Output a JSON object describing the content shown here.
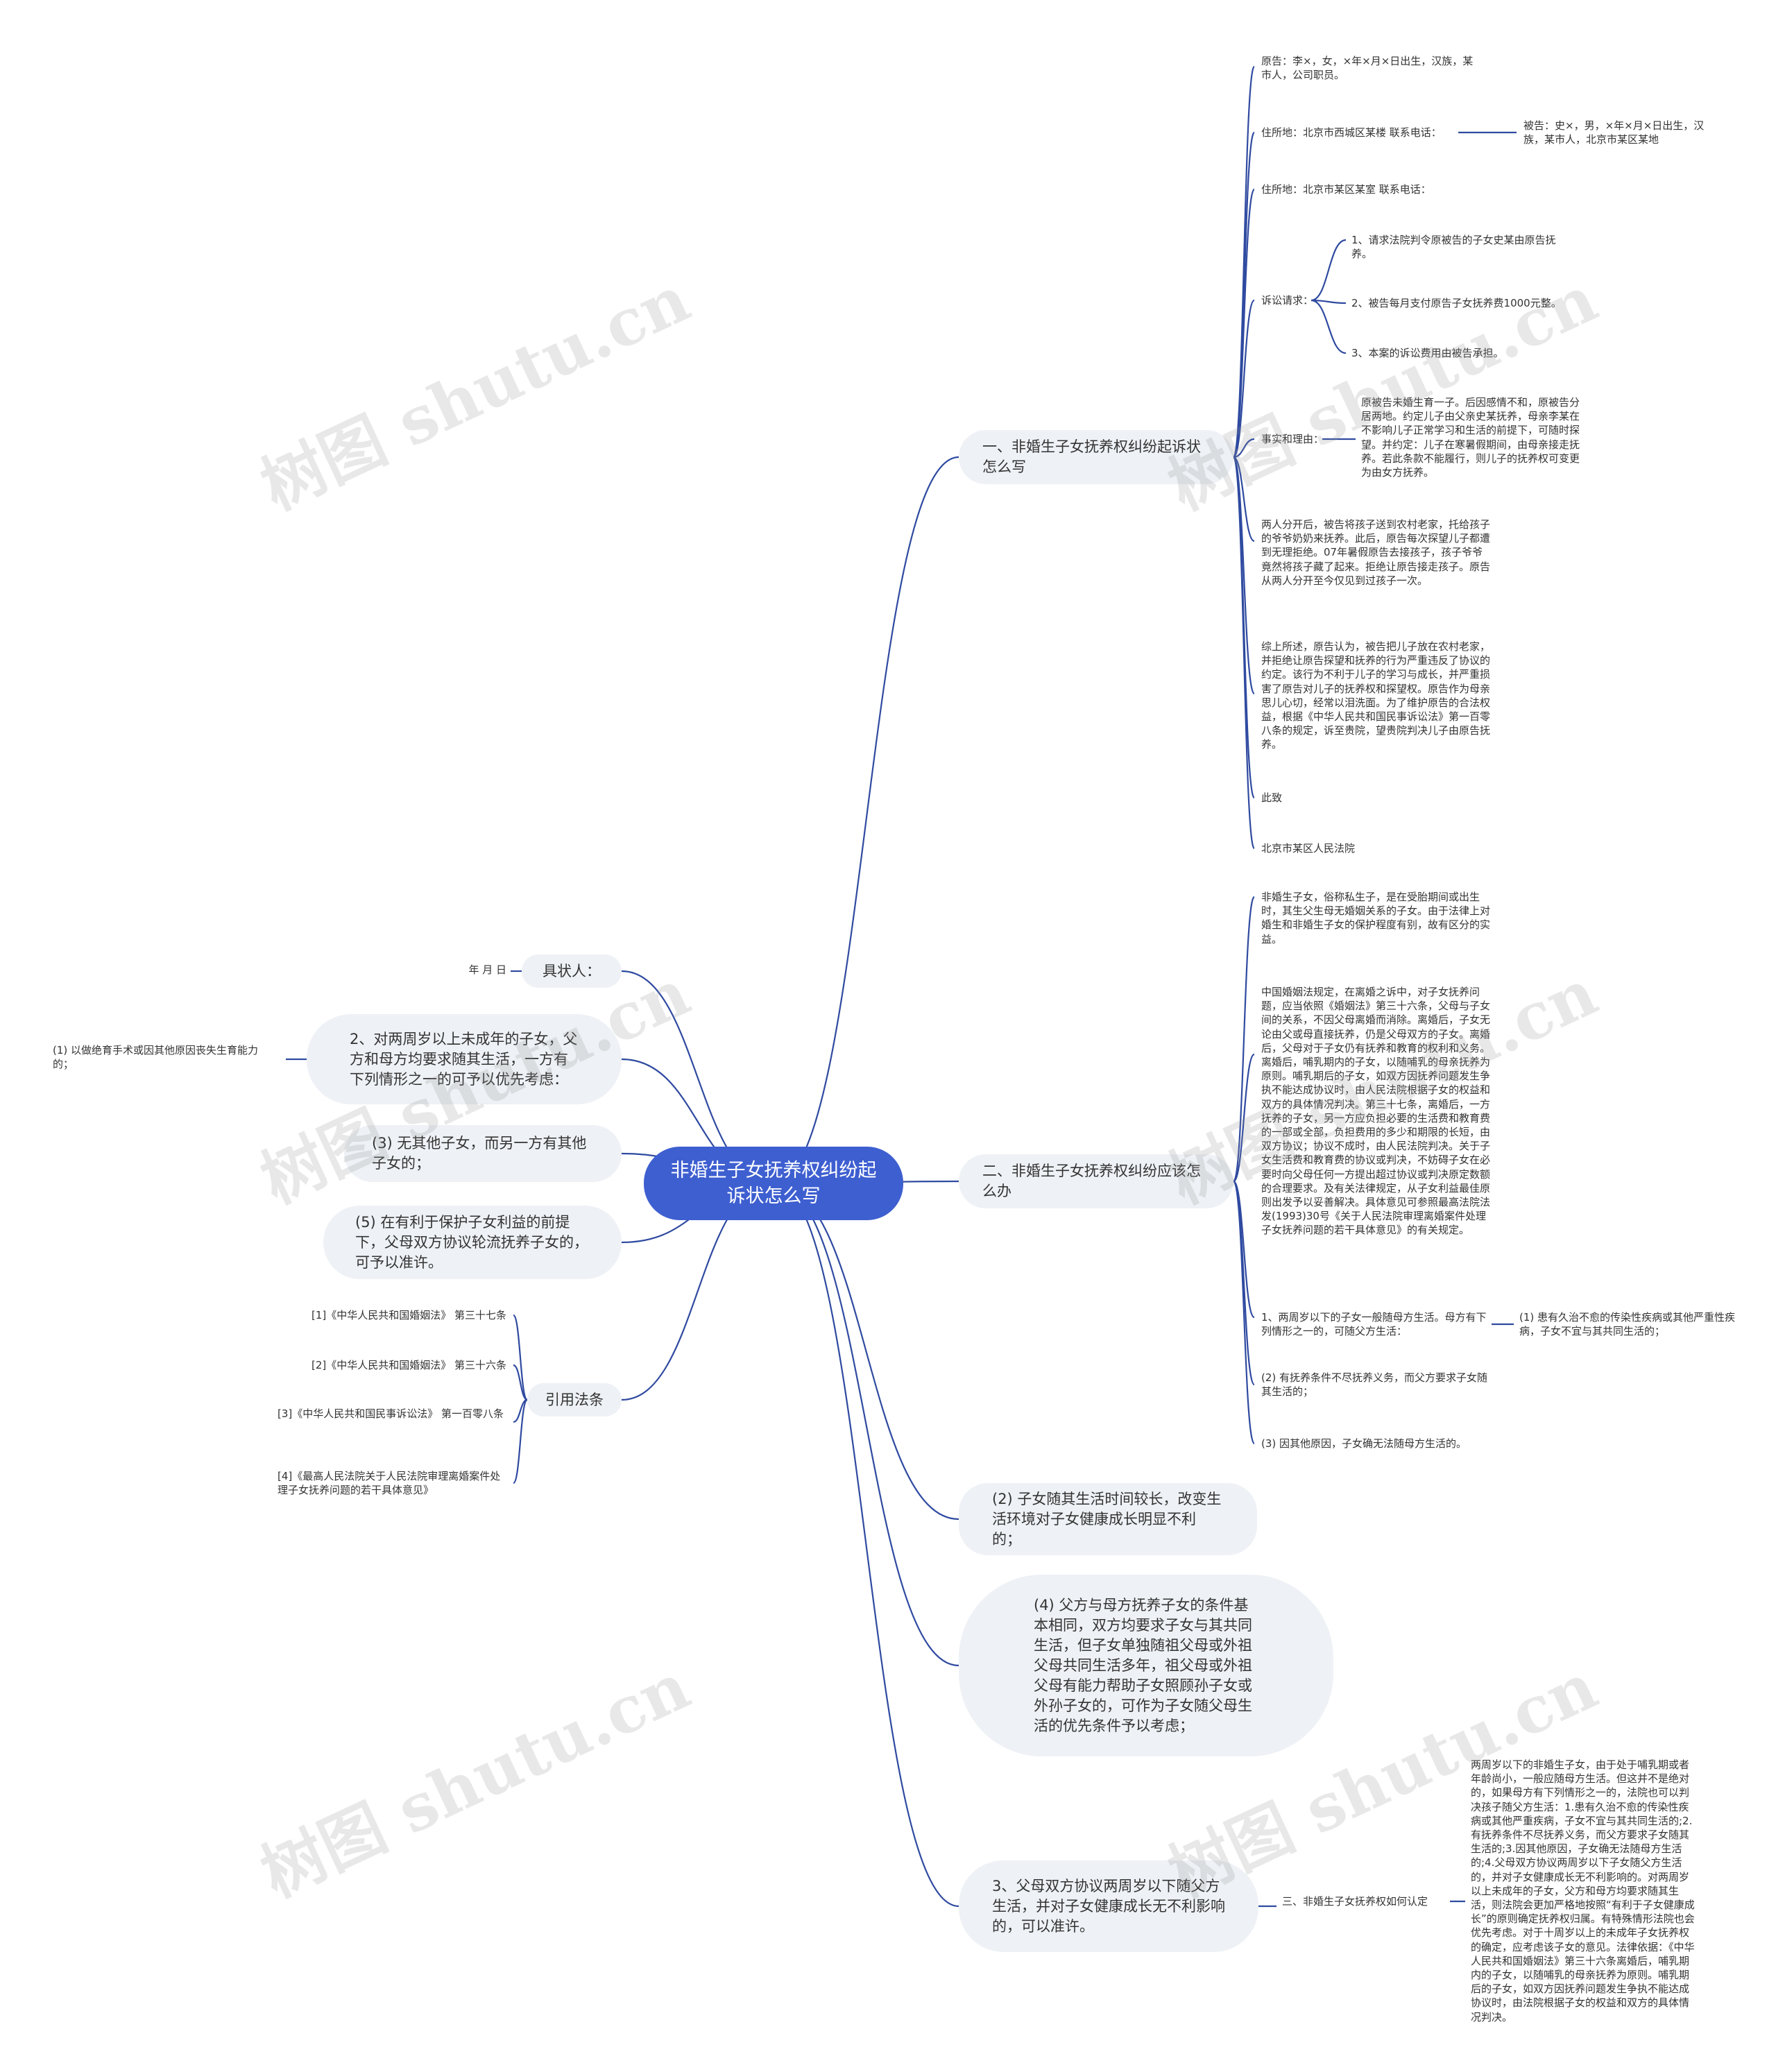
{
  "center": "非婚生子女抚养权纠纷起诉状怎么写",
  "branches": {
    "b1": "一、非婚生子女抚养权纠纷起诉状怎么写",
    "b2": "二、非婚生子女抚养权纠纷应该怎么办",
    "b3": "(2) 子女随其生活时间较长，改变生活环境对子女健康成长明显不利的；",
    "b4": "(4) 父方与母方抚养子女的条件基本相同，双方均要求子女与其共同生活，但子女单独随祖父母或外祖父母共同生活多年，祖父母或外祖父母有能力帮助子女照顾孙子女或外孙子女的，可作为子女随父母生活的优先条件予以考虑；",
    "b5": "3、父母双方协议两周岁以下随父方生活，并对子女健康成长无不利影响的，可以准许。",
    "l1": "具状人：",
    "l2": "2、对两周岁以上未成年的子女，父方和母方均要求随其生活，一方有下列情形之一的可予以优先考虑：",
    "l3": "(3) 无其他子女，而另一方有其他子女的；",
    "l4": "(5) 在有利于保护子女利益的前提下，父母双方协议轮流抚养子女的，可予以准许。",
    "l5": "引用法条"
  },
  "b1_children": {
    "plaintiff": "原告：李×，女，×年×月×日出生，汉族，某市人，公司职员。",
    "address1": "住所地：北京市西城区某楼 联系电话：",
    "defendant": "被告：史×，男，×年×月×日出生，汉族，某市人，北京市某区某地",
    "address2": "住所地：北京市某区某室 联系电话：",
    "claims": "诉讼请求：",
    "claim1": "1、请求法院判令原被告的子女史某由原告抚养。",
    "claim2": "2、被告每月支付原告子女抚养费1000元整。",
    "claim3": "3、本案的诉讼费用由被告承担。",
    "facts": "事实和理由：",
    "facts_text": "原被告未婚生育一子。后因感情不和，原被告分居两地。约定儿子由父亲史某抚养，母亲李某在不影响儿子正常学习和生活的前提下，可随时探望。并约定：儿子在寒暑假期间，由母亲接走抚养。若此条款不能履行，则儿子的抚养权可变更为由女方抚养。",
    "para1": "两人分开后，被告将孩子送到农村老家，托给孩子的爷爷奶奶来抚养。此后，原告每次探望儿子都遭到无理拒绝。07年暑假原告去接孩子，孩子爷爷竟然将孩子藏了起来。拒绝让原告接走孩子。原告从两人分开至今仅见到过孩子一次。",
    "para2": "综上所述，原告认为，被告把儿子放在农村老家，并拒绝让原告探望和抚养的行为严重违反了协议的约定。该行为不利于儿子的学习与成长，并严重损害了原告对儿子的抚养权和探望权。原告作为母亲思儿心切，经常以泪洗面。为了维护原告的合法权益，根据《中华人民共和国民事诉讼法》第一百零八条的规定，诉至贵院，望贵院判决儿子由原告抚养。",
    "cizhi": "此致",
    "court": "北京市某区人民法院"
  },
  "b2_children": {
    "p1": "非婚生子女，俗称私生子，是在受胎期间或出生时，其生父生母无婚姻关系的子女。由于法律上对婚生和非婚生子女的保护程度有别，故有区分的实益。",
    "p2": "中国婚姻法规定，在离婚之诉中，对子女抚养问题，应当依照《婚姻法》第三十六条，父母与子女间的关系，不因父母离婚而消除。离婚后，子女无论由父或母直接抚养，仍是父母双方的子女。离婚后，父母对于子女仍有抚养和教育的权利和义务。离婚后，哺乳期内的子女，以随哺乳的母亲抚养为原则。哺乳期后的子女，如双方因抚养问题发生争执不能达成协议时，由人民法院根据子女的权益和双方的具体情况判决。第三十七条，离婚后，一方抚养的子女，另一方应负担必要的生活费和教育费的一部或全部，负担费用的多少和期限的长短，由双方协议；协议不成时，由人民法院判决。关于子女生活费和教育费的协议或判决，不妨碍子女在必要时向父母任何一方提出超过协议或判决原定数额的合理要求。及有关法律规定，从子女利益最佳原则出发予以妥善解决。具体意见可参照最高法院法发(1993)30号《关于人民法院审理离婚案件处理子女抚养问题的若干具体意见》的有关规定。",
    "p3": "1、两周岁以下的子女一般随母方生活。母方有下列情形之一的，可随父方生活：",
    "p3_child": "(1) 患有久治不愈的传染性疾病或其他严重性疾病，子女不宜与其共同生活的；",
    "p4": "(2) 有抚养条件不尽抚养义务，而父方要求子女随其生活的；",
    "p5": "(3) 因其他原因，子女确无法随母方生活的。"
  },
  "b5_children": {
    "mid": "三、非婚生子女抚养权如何认定",
    "text": "两周岁以下的非婚生子女，由于处于哺乳期或者年龄尚小，一般应随母方生活。但这并不是绝对的，如果母方有下列情形之一的，法院也可以判决孩子随父方生活：1.患有久治不愈的传染性疾病或其他严重疾病，子女不宜与其共同生活的;2.有抚养条件不尽抚养义务，而父方要求子女随其生活的;3.因其他原因，子女确无法随母方生活的;4.父母双方协议两周岁以下子女随父方生活的，并对子女健康成长无不利影响的。对两周岁以上未成年的子女，父方和母方均要求随其生活，则法院会更加严格地按照“有利于子女健康成长”的原则确定抚养权归属。有特殊情形法院也会优先考虑。对于十周岁以上的未成年子女抚养权的确定，应考虑该子女的意见。法律依据：《中华人民共和国婚姻法》第三十六条离婚后，哺乳期内的子女，以随哺乳的母亲抚养为原则。哺乳期后的子女，如双方因抚养问题发生争执不能达成协议时，由法院根据子女的权益和双方的具体情况判决。"
  },
  "left_children": {
    "date": "年 月 日",
    "l2_child": "(1) 以做绝育手术或因其他原因丧失生育能力的；",
    "law1": "[1]《中华人民共和国婚姻法》 第三十七条",
    "law2": "[2]《中华人民共和国婚姻法》 第三十六条",
    "law3": "[3]《中华人民共和国民事诉讼法》 第一百零八条",
    "law4": "[4]《最高人民法院关于人民法院审理离婚案件处理子女抚养问题的若干具体意见》"
  },
  "watermark": "树图 shutu.cn",
  "colors": {
    "center": "#3e5fd0",
    "pill": "#eef1f5",
    "line": "#2f4aa0"
  }
}
